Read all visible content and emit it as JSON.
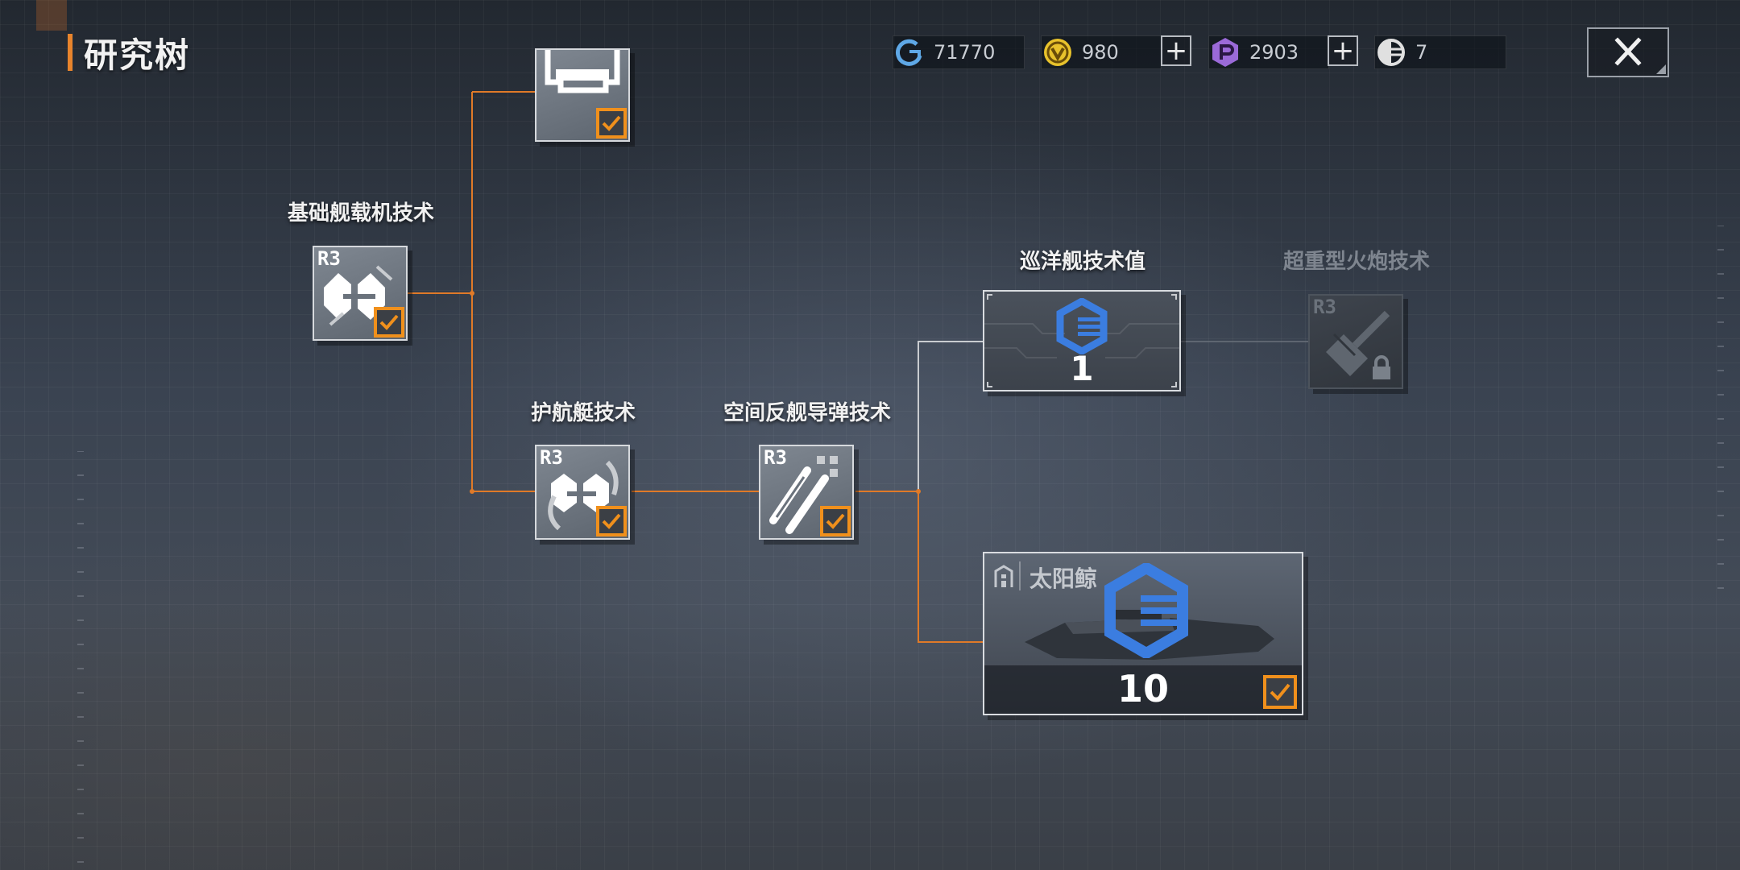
{
  "header": {
    "title": "研究树",
    "currencies": [
      {
        "icon": "credit-icon",
        "value": "71770",
        "color": "#5fa8e6"
      },
      {
        "icon": "gold-coin-icon",
        "value": "980",
        "color": "#e8c22c"
      },
      {
        "icon": "purple-p-icon",
        "value": "2903",
        "color": "#9b6ad8"
      },
      {
        "icon": "research-token-icon",
        "value": "7",
        "color": "#e0e0e0"
      }
    ],
    "plus_label": "+",
    "close_icon": "close-icon"
  },
  "tree": {
    "nodes": [
      {
        "id": "top",
        "label": "",
        "rank": "",
        "status": "completed"
      },
      {
        "id": "basic-carrier",
        "label": "基础舰载机技术",
        "rank": "R3",
        "status": "completed",
        "icon": "carrier-aircraft-icon"
      },
      {
        "id": "escort",
        "label": "护航艇技术",
        "rank": "R3",
        "status": "completed",
        "icon": "escort-boat-icon"
      },
      {
        "id": "anti-ship-missile",
        "label": "空间反舰导弹技术",
        "rank": "R3",
        "status": "completed",
        "icon": "missile-icon"
      },
      {
        "id": "heavy-cannon",
        "label": "超重型火炮技术",
        "rank": "R3",
        "status": "locked",
        "icon": "cannon-icon"
      }
    ],
    "cruiser_value": {
      "label": "巡洋舰技术值",
      "value": "1",
      "icon": "tech-value-hex-icon"
    },
    "ship": {
      "name": "太阳鲸",
      "value": "10",
      "status": "completed",
      "icon": "tech-value-hex-icon"
    }
  },
  "colors": {
    "accent": "#e8842c",
    "connector_active": "#e07a28",
    "connector_idle": "#c9ccd0",
    "check": "#f0901c",
    "hex_blue": "#3b7de0"
  }
}
